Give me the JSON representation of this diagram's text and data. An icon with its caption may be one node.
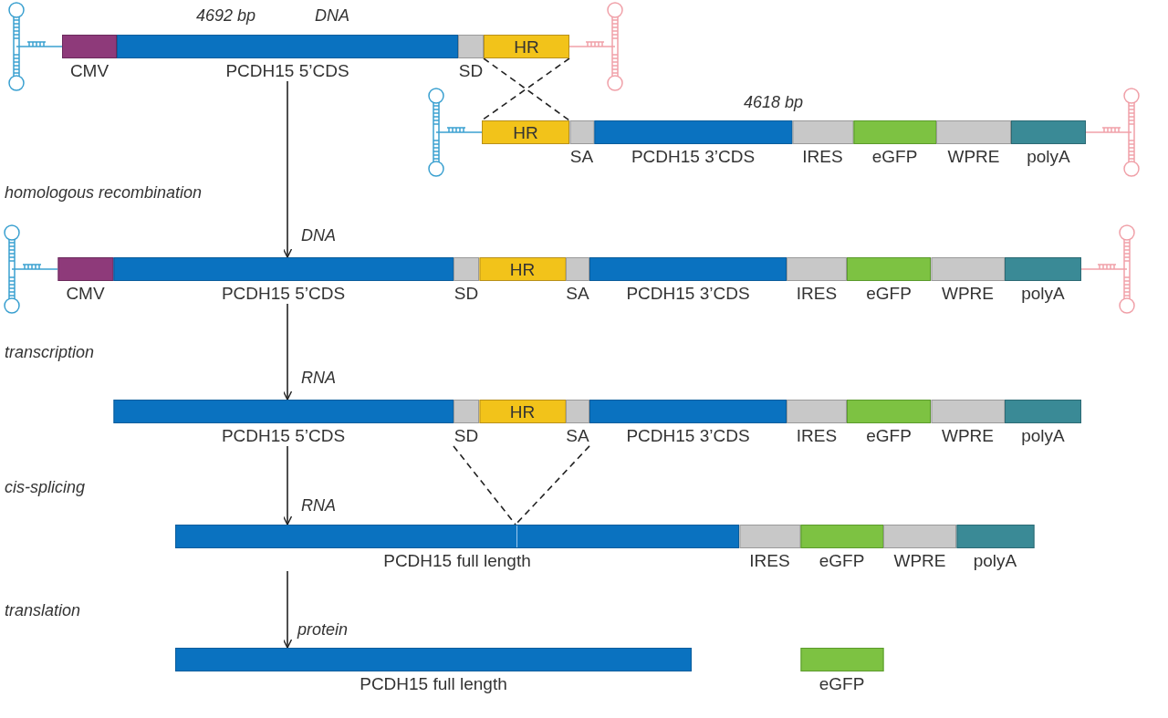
{
  "diagram": {
    "nodes": [
      {
        "text": [],
        "shape": "bar",
        "beside": [
          "CMV"
        ]
      },
      {
        "text": [],
        "shape": "bar",
        "beside": [
          "PCDH15 5’CDS"
        ]
      },
      {
        "text": [],
        "shape": "bar",
        "beside": [
          "SD"
        ]
      },
      {
        "text": [
          "HR"
        ]
      },
      {
        "text": [
          "HR"
        ]
      },
      {
        "text": [],
        "shape": "bar",
        "beside": [
          "SA"
        ]
      },
      {
        "text": [],
        "shape": "bar",
        "beside": [
          "PCDH15 3’CDS"
        ]
      },
      {
        "text": [],
        "shape": "bar",
        "beside": [
          "IRES"
        ]
      },
      {
        "text": [],
        "shape": "bar",
        "beside": [
          "eGFP"
        ]
      },
      {
        "text": [],
        "shape": "bar",
        "beside": [
          "WPRE"
        ]
      },
      {
        "text": [],
        "shape": "bar",
        "beside": [
          "polyA"
        ]
      },
      {
        "text": [],
        "shape": "bar",
        "beside": [
          "CMV"
        ]
      },
      {
        "text": [],
        "shape": "bar",
        "beside": [
          "PCDH15 5’CDS"
        ]
      },
      {
        "text": [],
        "shape": "bar",
        "beside": [
          "SD"
        ]
      },
      {
        "text": [
          "HR"
        ]
      },
      {
        "text": [],
        "shape": "bar",
        "beside": [
          "SA"
        ]
      },
      {
        "text": [],
        "shape": "bar",
        "beside": [
          "PCDH15 3’CDS"
        ]
      },
      {
        "text": [],
        "shape": "bar",
        "beside": [
          "IRES"
        ]
      },
      {
        "text": [],
        "shape": "bar",
        "beside": [
          "eGFP"
        ]
      },
      {
        "text": [],
        "shape": "bar",
        "beside": [
          "WPRE"
        ]
      },
      {
        "text": [],
        "shape": "bar",
        "beside": [
          "polyA"
        ]
      },
      {
        "text": [],
        "shape": "bar",
        "beside": [
          "PCDH15 5’CDS"
        ]
      },
      {
        "text": [],
        "shape": "bar",
        "beside": [
          "SD"
        ]
      },
      {
        "text": [
          "HR"
        ]
      },
      {
        "text": [],
        "shape": "bar",
        "beside": [
          "SA"
        ]
      },
      {
        "text": [],
        "shape": "bar",
        "beside": [
          "PCDH15 3’CDS"
        ]
      },
      {
        "text": [],
        "shape": "bar",
        "beside": [
          "IRES"
        ]
      },
      {
        "text": [],
        "shape": "bar",
        "beside": [
          "eGFP"
        ]
      },
      {
        "text": [],
        "shape": "bar",
        "beside": [
          "WPRE"
        ]
      },
      {
        "text": [],
        "shape": "bar",
        "beside": [
          "polyA"
        ]
      },
      {
        "text": [],
        "shape": "bar",
        "beside": [
          "PCDH15 full length"
        ]
      },
      {
        "text": [],
        "shape": "bar",
        "beside": [
          "IRES"
        ]
      },
      {
        "text": [],
        "shape": "bar",
        "beside": [
          "eGFP"
        ]
      },
      {
        "text": [],
        "shape": "bar",
        "beside": [
          "WPRE"
        ]
      },
      {
        "text": [],
        "shape": "bar",
        "beside": [
          "polyA"
        ]
      },
      {
        "text": [],
        "shape": "bar",
        "beside": [
          "PCDH15 full length"
        ]
      },
      {
        "text": [],
        "shape": "bar",
        "beside": [
          "eGFP"
        ]
      }
    ],
    "edges": [
      {
        "from": 1,
        "to": 12,
        "arrow": "to"
      },
      {
        "from": 12,
        "to": 21,
        "arrow": "to"
      },
      {
        "from": 21,
        "to": 30,
        "arrow": "to"
      },
      {
        "from": 30,
        "to": 35,
        "arrow": "to"
      },
      {
        "from": 3,
        "to": 4,
        "arrow": "none",
        "style": "dashed"
      },
      {
        "from": 3,
        "to": 4,
        "arrow": "none",
        "style": "dashed"
      },
      {
        "from": 22,
        "to": 30,
        "arrow": "none",
        "style": "dashed"
      },
      {
        "from": 24,
        "to": 30,
        "arrow": "none",
        "style": "dashed"
      }
    ],
    "labels": [
      "4692 bp",
      "DNA",
      "4618 bp",
      "homologous recombination",
      "DNA",
      "transcription",
      "RNA",
      "cis-splicing",
      "RNA",
      "translation",
      "protein"
    ]
  }
}
